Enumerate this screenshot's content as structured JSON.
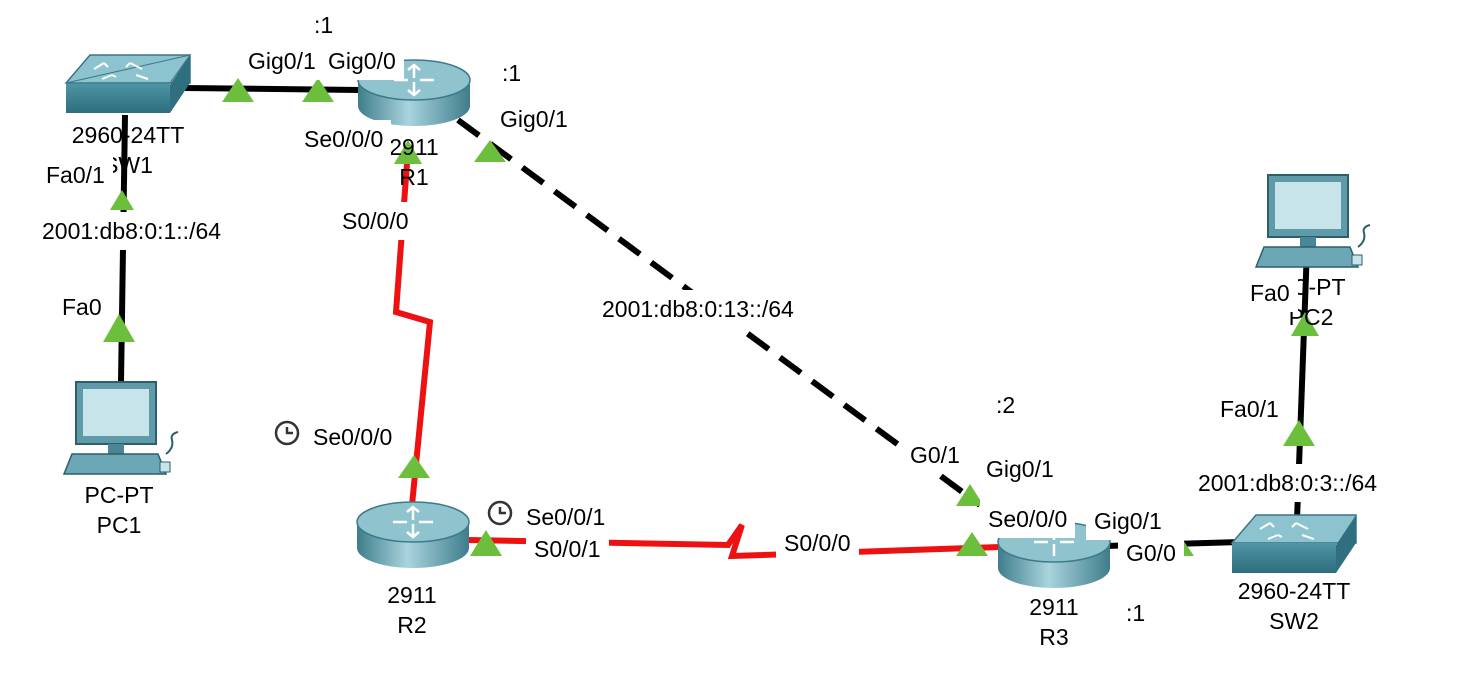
{
  "devices": {
    "sw1": {
      "model": "2960-24TT",
      "name": "SW1"
    },
    "r1": {
      "model": "2911",
      "name": "R1"
    },
    "r2": {
      "model": "2911",
      "name": "R2"
    },
    "r3": {
      "model": "2911",
      "name": "R3"
    },
    "sw2": {
      "model": "2960-24TT",
      "name": "SW2"
    },
    "pc1": {
      "model": "PC-PT",
      "name": "PC1"
    },
    "pc2": {
      "model": "PC-PT",
      "name": "PC2"
    }
  },
  "ports": {
    "sw1_gig": "Gig0/1",
    "r1_gig00": "Gig0/0",
    "r1_se000": "Se0/0/0",
    "r1_gig01": "Gig0/1",
    "sw1_fa01": "Fa0/1",
    "pc1_fa0": "Fa0",
    "r1_s000": "S0/0/0",
    "r2_se000": "Se0/0/0",
    "r2_se001": "Se0/0/1",
    "r2_s001": "S0/0/1",
    "r3_s000": "S0/0/0",
    "r3_g01": "G0/1",
    "r3_gig01": "Gig0/1",
    "r3_se000": "Se0/0/0",
    "r3_gig01_b": "Gig0/1",
    "sw2_g00": "G0/0",
    "sw2_fa01": "Fa0/1",
    "pc2_fa0": "Fa0"
  },
  "networks": {
    "lan1": "2001:db8:0:1::/64",
    "link13": "2001:db8:0:13::/64",
    "lan3": "2001:db8:0:3::/64"
  },
  "host_ids": {
    "r1_lan": ":1",
    "r1_link13": ":1",
    "r3_link13": ":2",
    "r3_lan": ":1"
  },
  "colors": {
    "ethernet": "#000000",
    "serial": "#ee1111",
    "link_up": "#6cbf3c",
    "device_teal": "#5a9fad"
  }
}
